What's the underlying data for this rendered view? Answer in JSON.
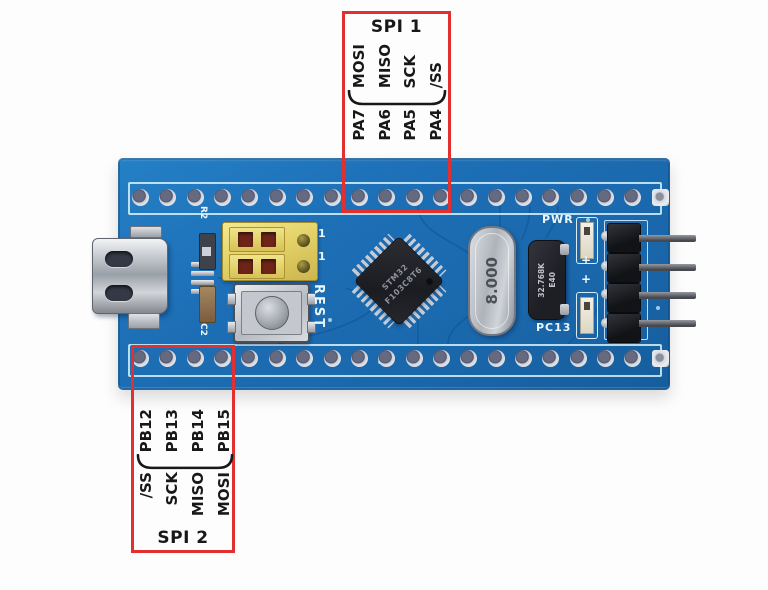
{
  "annotations": {
    "spi1": {
      "title": "SPI 1",
      "signals": [
        "MOSI",
        "MISO",
        "SCK",
        "/SS"
      ],
      "pins": [
        "PA7",
        "PA6",
        "PA5",
        "PA4"
      ]
    },
    "spi2": {
      "title": "SPI 2",
      "pins": [
        "PB12",
        "PB13",
        "PB14",
        "PB15"
      ],
      "signals": [
        "/SS",
        "SCK",
        "MISO",
        "MOSI"
      ]
    }
  },
  "board": {
    "pins_per_row": 20,
    "silkscreen": {
      "pwr": "PWR",
      "pc13": "PC13",
      "reset": "REST",
      "r2": "R2",
      "c2": "C2",
      "jumper_ones": [
        "1",
        "1"
      ],
      "polarity_marks": [
        "+",
        "+"
      ]
    },
    "components": {
      "mcu_lines": [
        "STM32",
        "F103C8T6"
      ],
      "main_crystal": "8.000",
      "rtc_crystal_lines": [
        "32.768K",
        "E40"
      ]
    },
    "colors": {
      "pcb_blue": "#1d6fb6",
      "annotation_red": "#e23030",
      "silkscreen_white": "#eaf6fa"
    }
  }
}
